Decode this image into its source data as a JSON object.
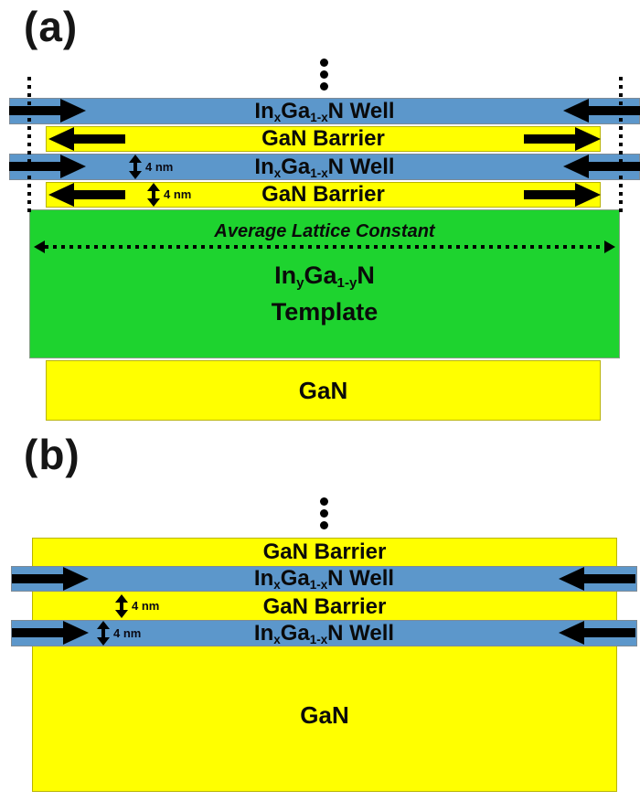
{
  "colors": {
    "well_blue": "#5C97CB",
    "barrier_yellow": "#FFFF00",
    "template_green": "#1ED32F",
    "arrow_black": "#000000"
  },
  "panel_a": {
    "label": "(a)",
    "well_label": {
      "el1": "In",
      "sub1": "x",
      "el2": "Ga",
      "sub2": "1-x",
      "el3": "N Well"
    },
    "barrier_label": "GaN Barrier",
    "thickness_label": "4 nm",
    "template": {
      "avg_lattice_label": "Average Lattice Constant",
      "name": {
        "el1": "In",
        "sub1": "y",
        "el2": "Ga",
        "sub2": "1-y",
        "el3": "N"
      },
      "line2": "Template"
    },
    "substrate_label": "GaN"
  },
  "panel_b": {
    "label": "(b)",
    "barrier_label": "GaN Barrier",
    "well_label": {
      "el1": "In",
      "sub1": "x",
      "el2": "Ga",
      "sub2": "1-x",
      "el3": "N Well"
    },
    "thickness_label": "4 nm",
    "substrate_label": "GaN"
  }
}
